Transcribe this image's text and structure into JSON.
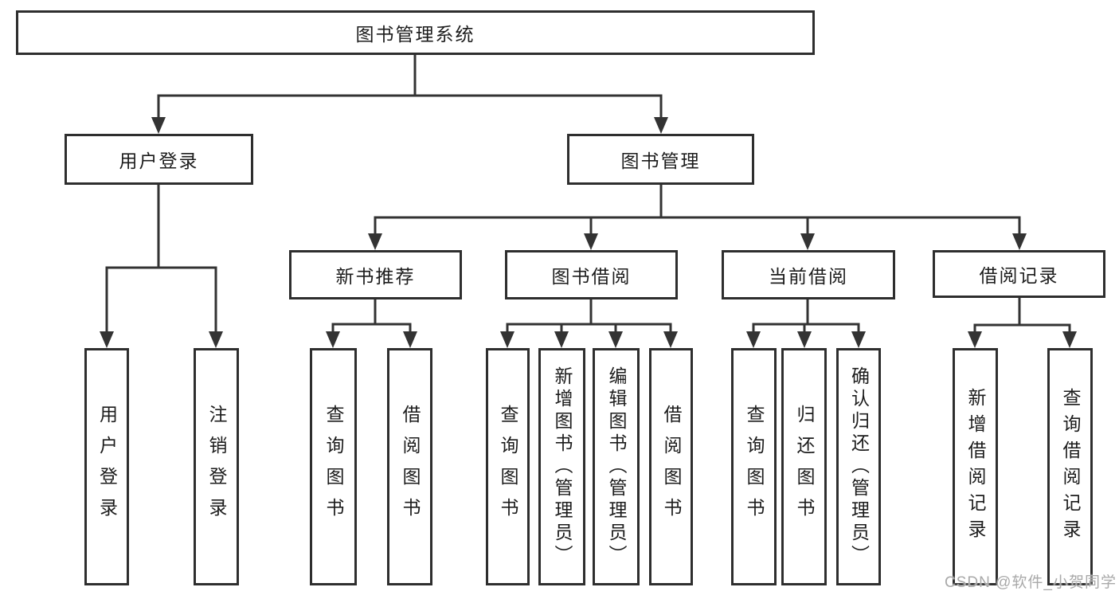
{
  "diagram": {
    "title": "图书管理系统",
    "level2": [
      "用户登录",
      "图书管理"
    ],
    "level3": [
      "新书推荐",
      "图书借阅",
      "当前借阅",
      "借阅记录"
    ],
    "leaves": [
      "用户登录",
      "注销登录",
      "查询图书",
      "借阅图书",
      "查询图书",
      "新增图书（管理员）",
      "编辑图书（管理员）",
      "借阅图书",
      "查询图书",
      "归还图书",
      "确认归还（管理员）",
      "新增借阅记录",
      "查询借阅记录"
    ],
    "colors": {
      "line": "#333333",
      "border": "#2e2e2e",
      "watermark": "#a9a9a9"
    },
    "watermark": "CSDN @软件_小贺同学"
  }
}
